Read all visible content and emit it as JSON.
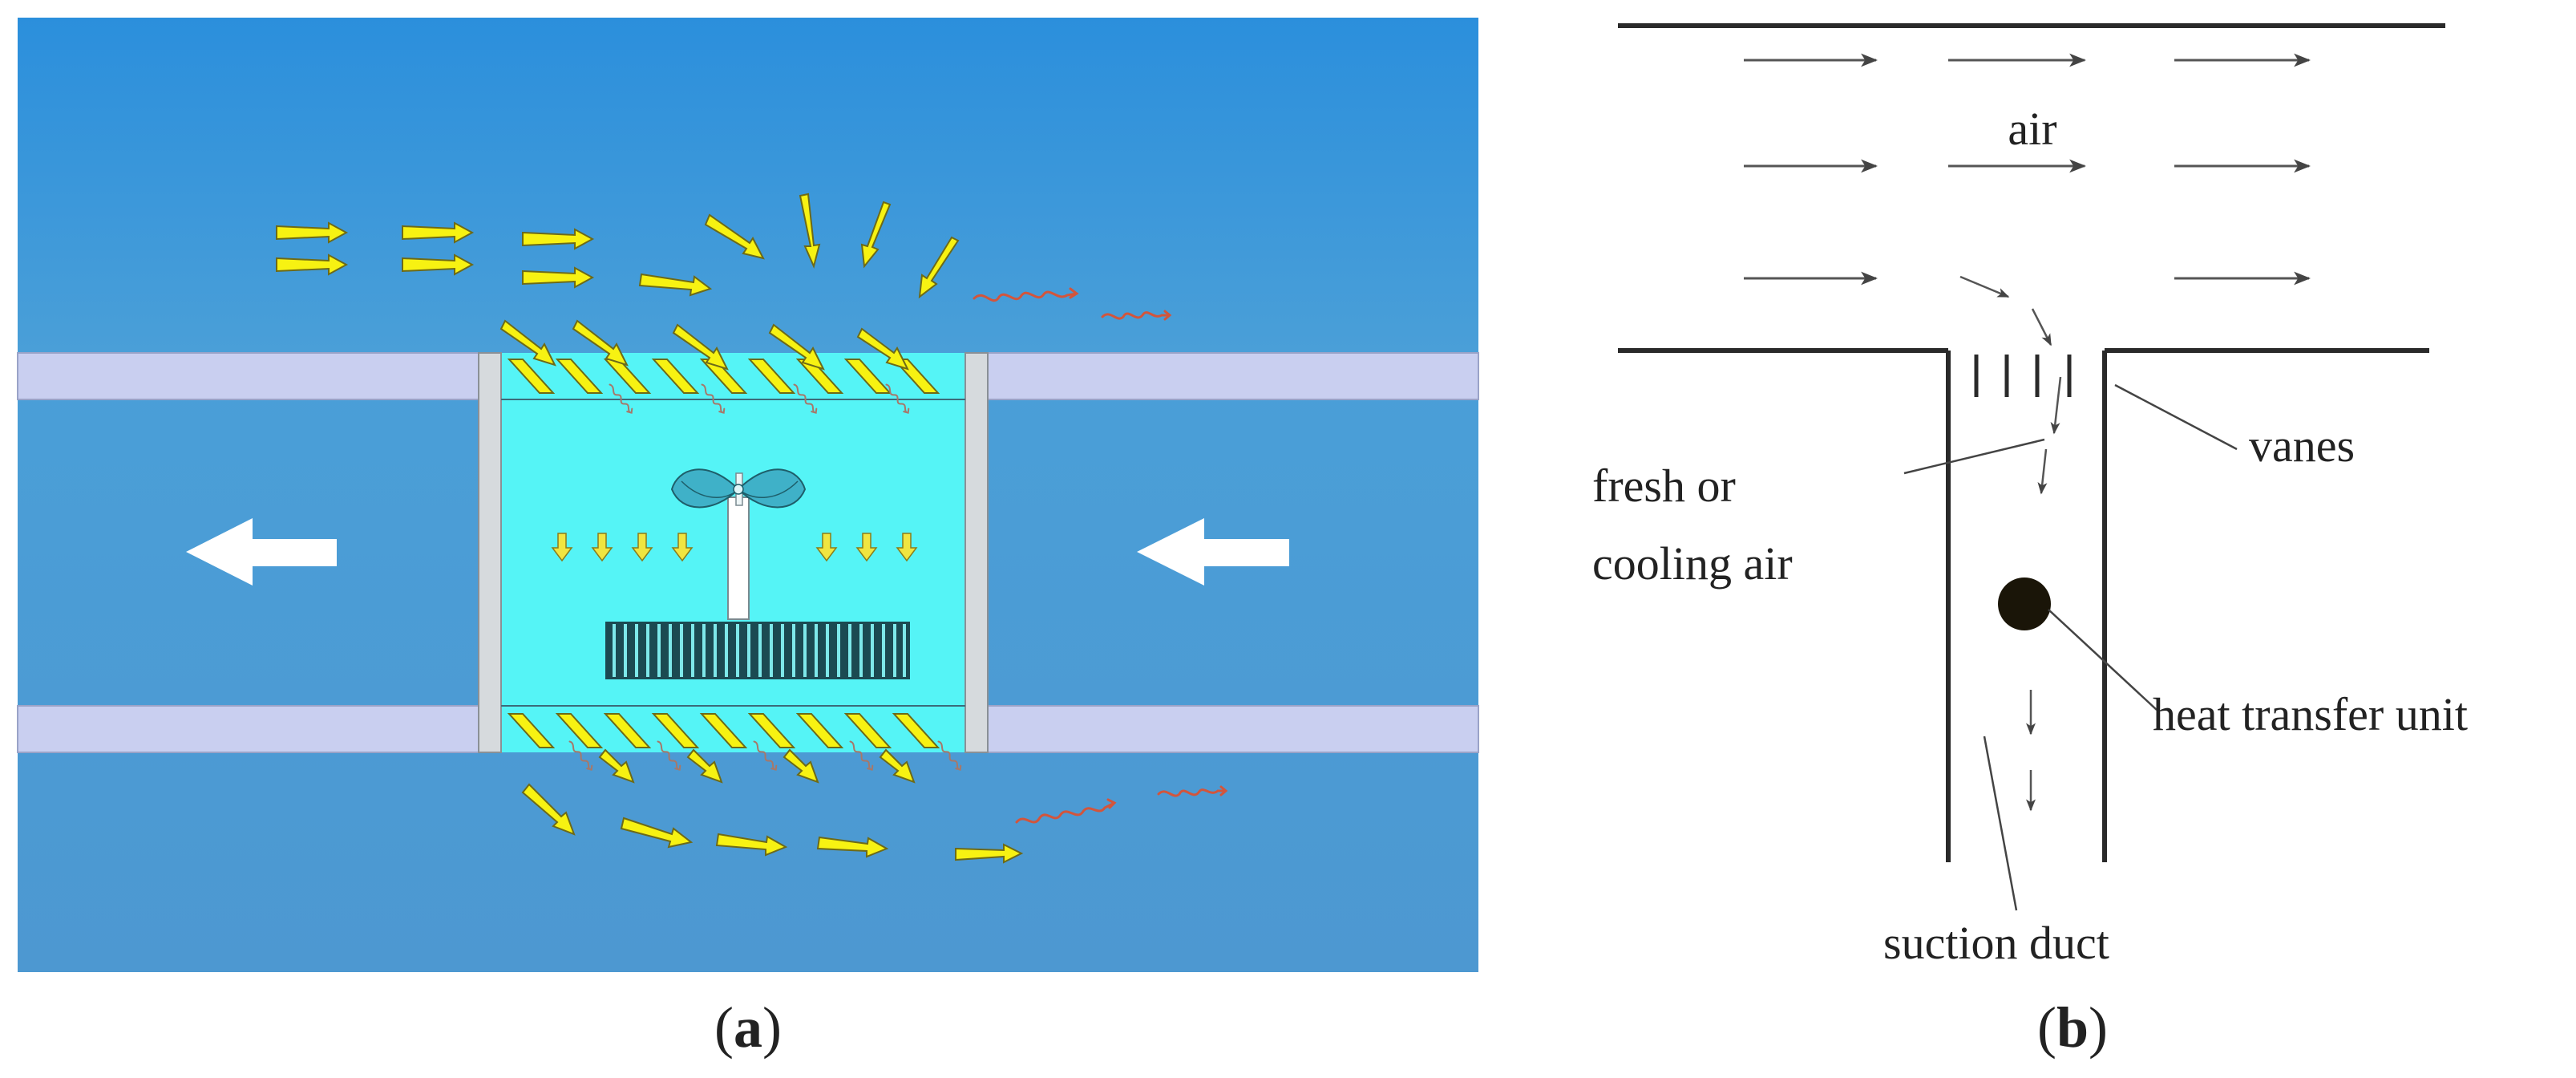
{
  "panel_a": {
    "caption_open": "(",
    "caption_letter": "a",
    "caption_close": ")",
    "colors": {
      "sky": "#4a9fd8",
      "channel": "#c9cff0",
      "chamber": "#55f4f6",
      "wall": "#d6dadd",
      "arrow_yellow": "#f7f212",
      "arrow_outline": "#8a7d1a",
      "vortex_red": "#d2553c",
      "flow_white": "#ffffff",
      "heat_exchanger": "#1b4a52"
    }
  },
  "panel_b": {
    "caption_open": "(",
    "caption_letter": "b",
    "caption_close": ")",
    "labels": {
      "air": "air",
      "vanes": "vanes",
      "fresh_line1": "fresh or",
      "fresh_line2": "cooling air",
      "heat_transfer_unit": "heat transfer unit",
      "suction_duct": "suction duct"
    },
    "colors": {
      "line": "#2a2a2a",
      "arrow": "#555555",
      "unit": "#1a1508"
    }
  }
}
